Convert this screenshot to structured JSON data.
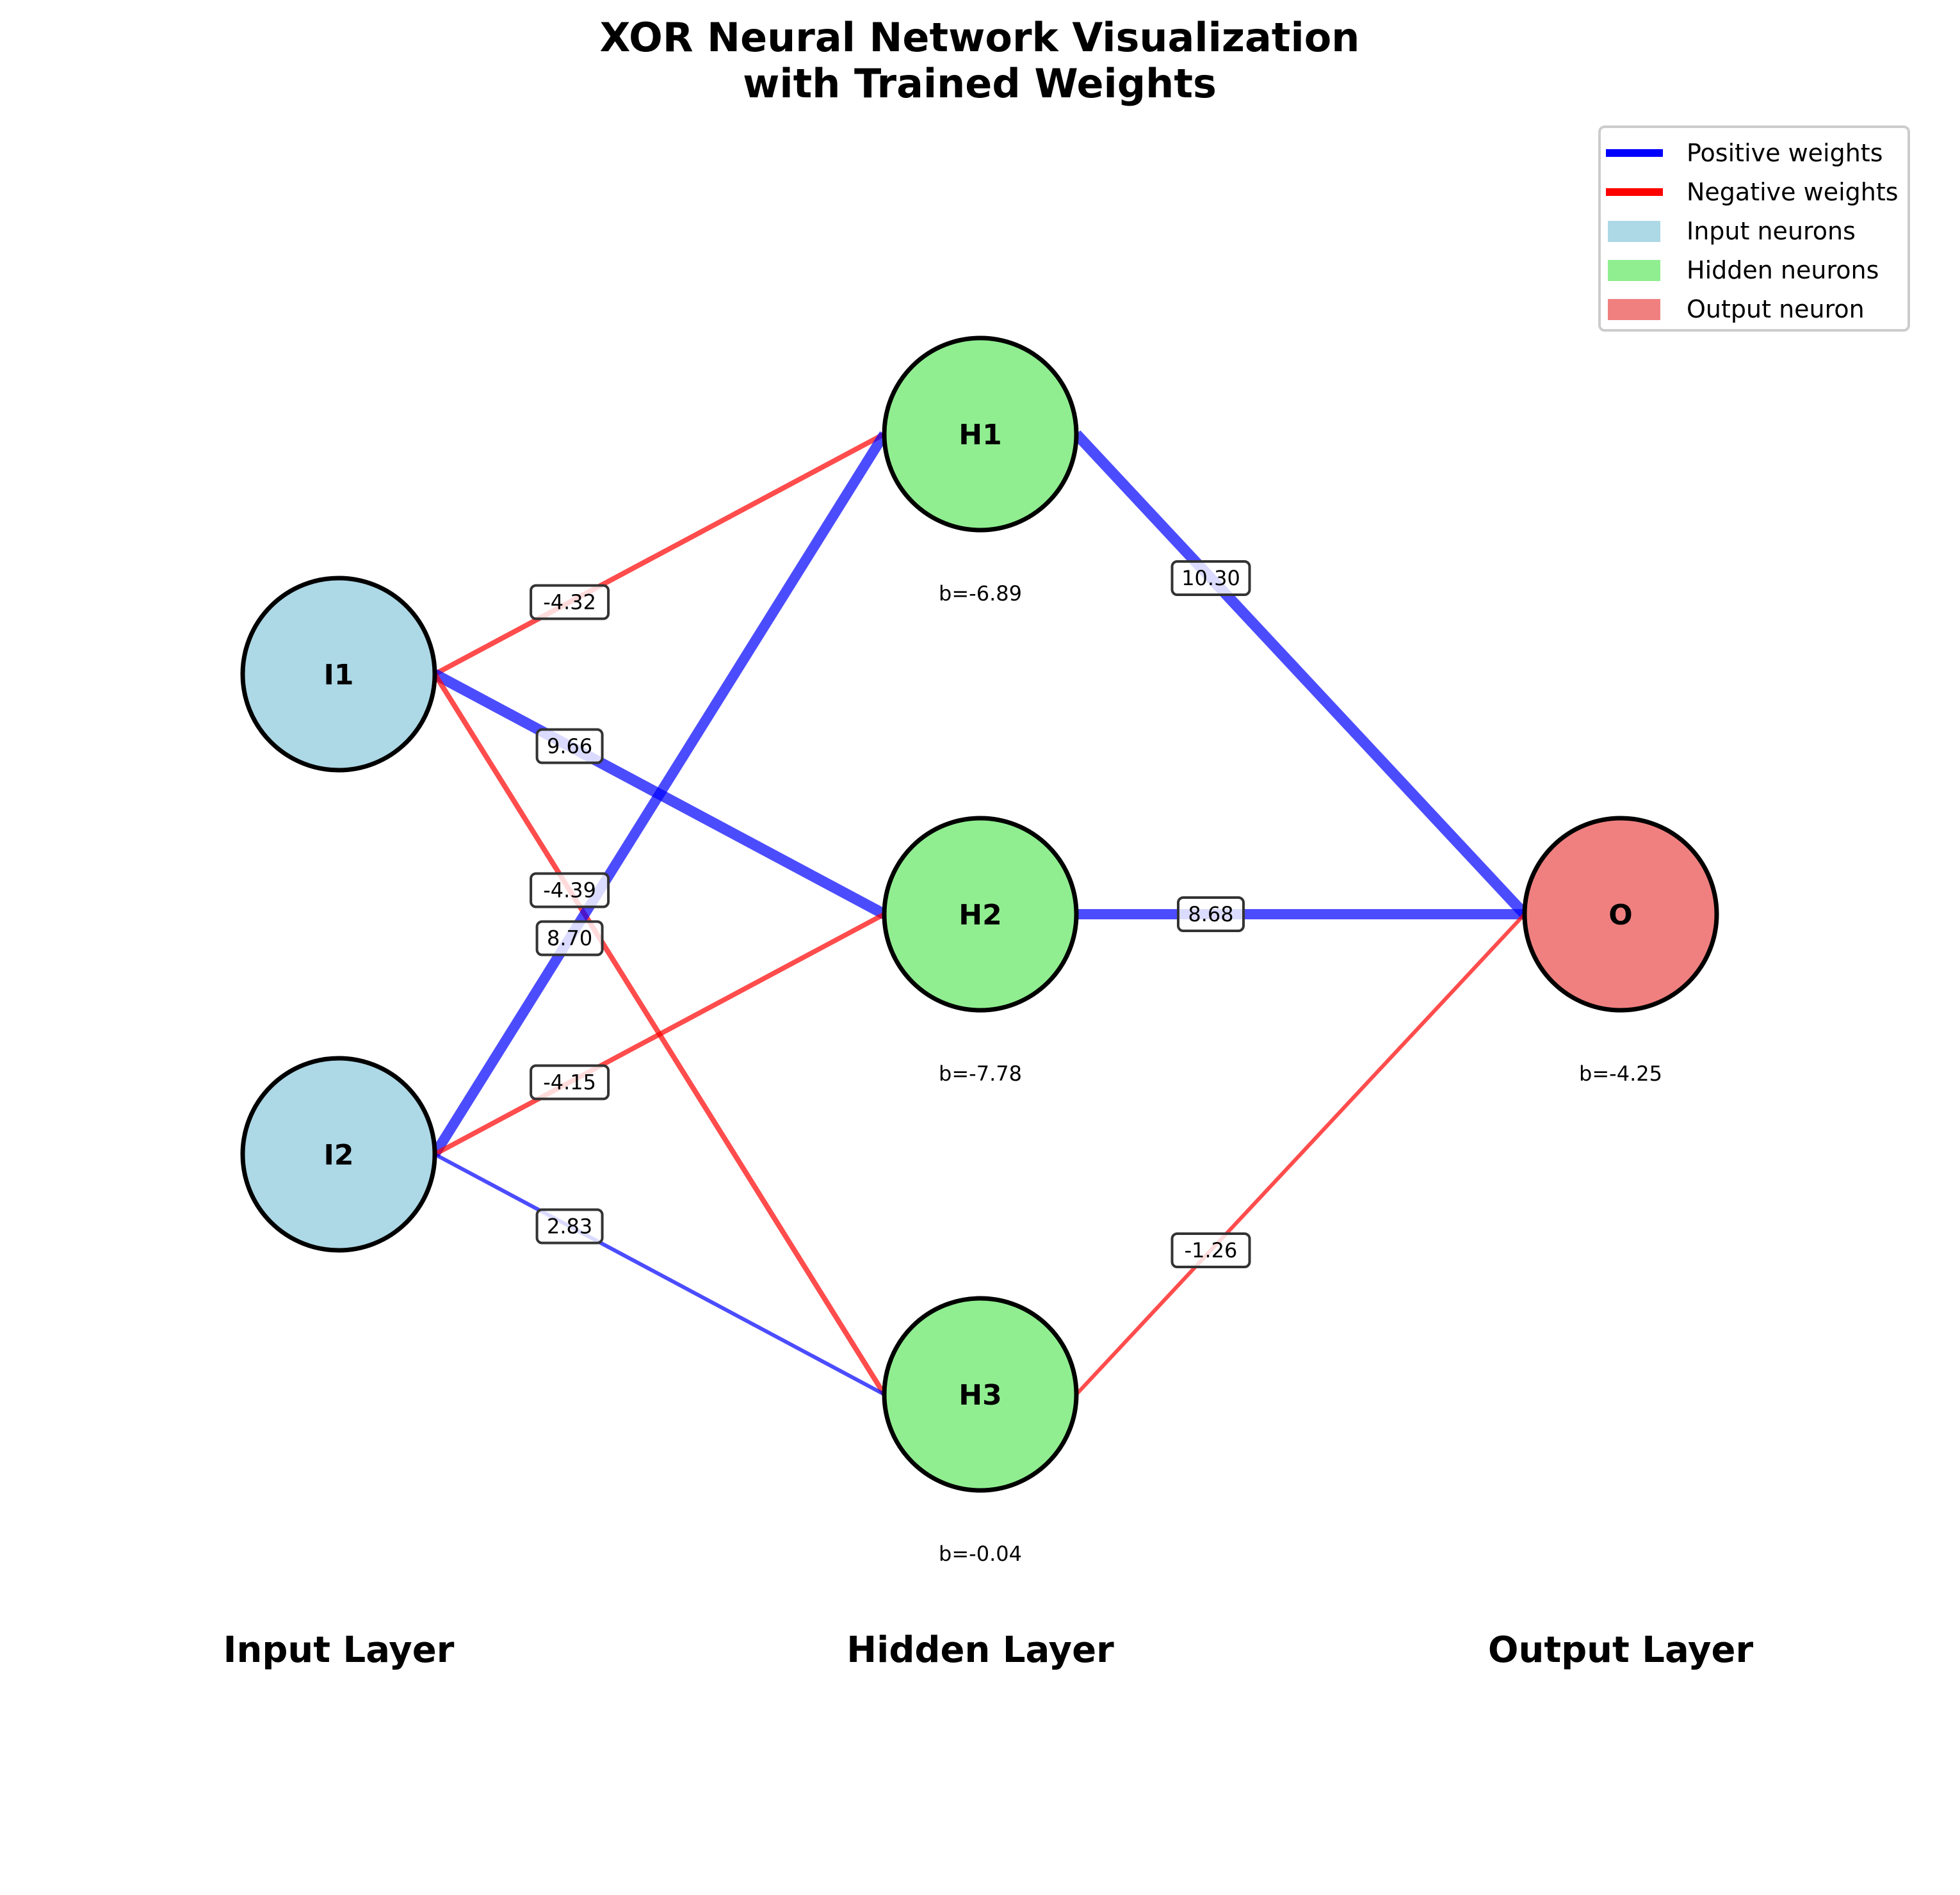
{
  "chart_data": {
    "type": "network-diagram",
    "title_lines": [
      "XOR Neural Network Visualization",
      "with Trained Weights"
    ],
    "layers": [
      {
        "id": "input",
        "label": "Input Layer",
        "color": "#add8e6",
        "neurons": [
          {
            "id": "I1",
            "label": "I1",
            "bias": null
          },
          {
            "id": "I2",
            "label": "I2",
            "bias": null
          }
        ]
      },
      {
        "id": "hidden",
        "label": "Hidden Layer",
        "color": "#90ee90",
        "neurons": [
          {
            "id": "H1",
            "label": "H1",
            "bias": -6.89,
            "bias_text": "b=-6.89"
          },
          {
            "id": "H2",
            "label": "H2",
            "bias": -7.78,
            "bias_text": "b=-7.78"
          },
          {
            "id": "H3",
            "label": "H3",
            "bias": -0.04,
            "bias_text": "b=-0.04"
          }
        ]
      },
      {
        "id": "output",
        "label": "Output Layer",
        "color": "#f08080",
        "neurons": [
          {
            "id": "O",
            "label": "O",
            "bias": -4.25,
            "bias_text": "b=-4.25"
          }
        ]
      }
    ],
    "edges": [
      {
        "from": "I1",
        "to": "H1",
        "weight": -4.32,
        "text": "-4.32"
      },
      {
        "from": "I1",
        "to": "H2",
        "weight": 9.66,
        "text": "9.66"
      },
      {
        "from": "I1",
        "to": "H3",
        "weight": -4.39,
        "text": "-4.39"
      },
      {
        "from": "I2",
        "to": "H1",
        "weight": 8.7,
        "text": "8.70"
      },
      {
        "from": "I2",
        "to": "H2",
        "weight": -4.15,
        "text": "-4.15"
      },
      {
        "from": "I2",
        "to": "H3",
        "weight": 2.83,
        "text": "2.83"
      },
      {
        "from": "H1",
        "to": "O",
        "weight": 10.3,
        "text": "10.30"
      },
      {
        "from": "H2",
        "to": "O",
        "weight": 8.68,
        "text": "8.68"
      },
      {
        "from": "H3",
        "to": "O",
        "weight": -1.26,
        "text": "-1.26"
      }
    ],
    "colors": {
      "positive": "#0000ff",
      "negative": "#ff0000",
      "node_border": "#000000"
    },
    "legend": {
      "position": "top-right",
      "items": [
        {
          "label": "Positive weights",
          "kind": "line",
          "color": "#0000ff"
        },
        {
          "label": "Negative weights",
          "kind": "line",
          "color": "#ff0000"
        },
        {
          "label": "Input neurons",
          "kind": "patch",
          "color": "#add8e6"
        },
        {
          "label": "Hidden neurons",
          "kind": "patch",
          "color": "#90ee90"
        },
        {
          "label": "Output neuron",
          "kind": "patch",
          "color": "#f08080"
        }
      ]
    }
  }
}
